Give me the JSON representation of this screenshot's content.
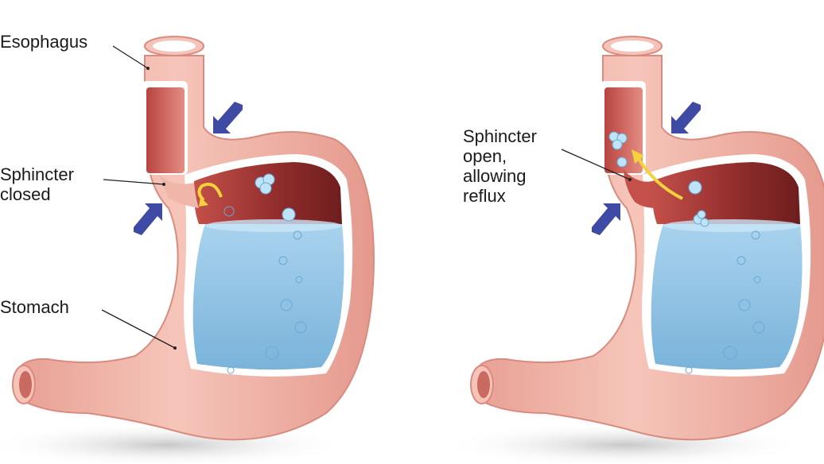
{
  "labels": {
    "esophagus": "Esophagus",
    "sphincter_closed": [
      "Sphincter",
      "closed"
    ],
    "stomach": "Stomach",
    "sphincter_open": [
      "Sphincter",
      "open,",
      "allowing",
      "reflux"
    ]
  },
  "colors": {
    "stomach_wall": "#f1b6aa",
    "stomach_wall_shadow": "#dc8f83",
    "stomach_lining": "#8c2a2a",
    "stomach_lining_light": "#c7544d",
    "gastric_fluid": "#8ec3e3",
    "gastric_fluid_dark": "#5e9fcb",
    "pressure_arrow": "#3e4aa3",
    "reflux_arrow": "#f4d23c",
    "bubble": "#bfe3f7",
    "leader_line": "#222222"
  },
  "icons": [
    "pressure-arrow",
    "reflux-arrow",
    "gas-bubble"
  ]
}
